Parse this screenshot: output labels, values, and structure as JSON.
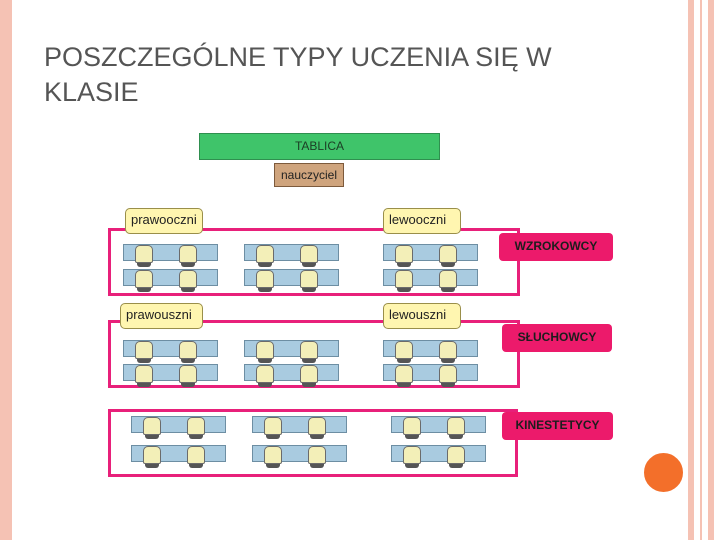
{
  "slide": {
    "title": "POSZCZEGÓLNE TYPY UCZENIA SIĘ W KLASIE"
  },
  "diagram": {
    "board_label": "TABLICA",
    "teacher_label": "nauczyciel",
    "sections": [
      {
        "left_label": "prawooczni",
        "right_label": "lewooczni",
        "type_label": "WZROKOWCY"
      },
      {
        "left_label": "prawouszni",
        "right_label": "lewouszni",
        "type_label": "SŁUCHOWCY"
      },
      {
        "type_label": "KINESTETYCY"
      }
    ],
    "colors": {
      "board": "#3fc46a",
      "teacher": "#cfa47d",
      "section_border": "#e8207a",
      "type_label": "#ec1a6b",
      "side_label": "#fff6b0",
      "desk": "#a9cbe0",
      "chair": "#f3efb8",
      "accent_dot": "#f36f2a"
    }
  }
}
